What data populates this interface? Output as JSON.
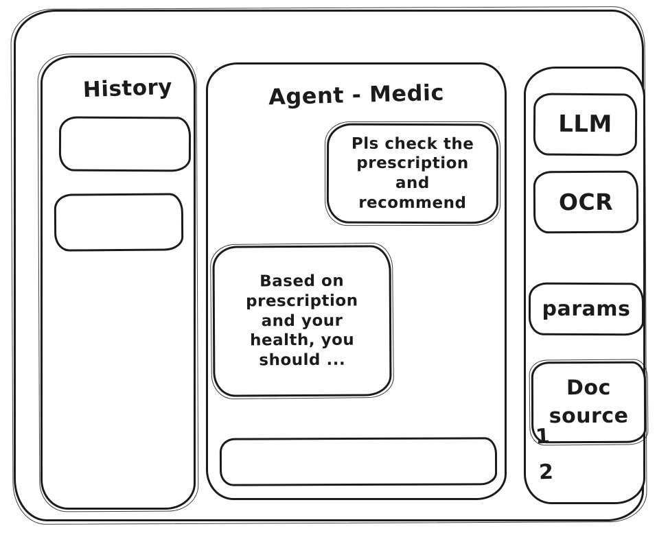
{
  "colors": {
    "stroke": "#1b1b1b",
    "background": "#ffffff"
  },
  "history_panel": {
    "title": "History",
    "items": [
      {
        "label": ""
      },
      {
        "label": ""
      }
    ]
  },
  "chat_panel": {
    "title": "Agent - Medic",
    "messages": [
      {
        "role": "user",
        "text": "Pls check the prescription and recommend"
      },
      {
        "role": "assistant",
        "text": "Based on prescription and your health, you should ..."
      }
    ],
    "input_value": ""
  },
  "tools_panel": {
    "buttons": [
      {
        "label": "LLM"
      },
      {
        "label": "OCR"
      },
      {
        "label": "params"
      },
      {
        "label": "Doc source"
      }
    ],
    "doc_source_items": [
      "1",
      "2"
    ]
  }
}
